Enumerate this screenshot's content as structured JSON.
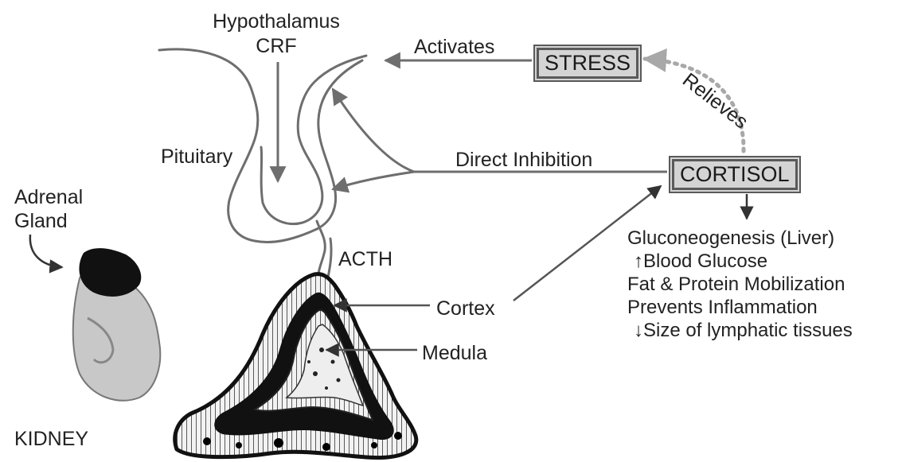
{
  "labels": {
    "hypothalamus": "Hypothalamus",
    "crf": "CRF",
    "activates": "Activates",
    "stress": "STRESS",
    "relieves": "Relieves",
    "pituitary": "Pituitary",
    "direct_inhibition": "Direct Inhibition",
    "cortisol": "CORTISOL",
    "adrenal_gland": [
      "Adrenal",
      "Gland"
    ],
    "acth": "ACTH",
    "cortex": "Cortex",
    "medula": "Medula",
    "kidney": "KIDNEY"
  },
  "effects": [
    "Gluconeogenesis (Liver)",
    "↑Blood Glucose",
    "Fat & Protein Mobilization",
    "Prevents Inflammation",
    "↓Size of lymphatic tissues"
  ],
  "colors": {
    "arrow": "#6e6e6e",
    "box_fill": "#d4d4d4",
    "box_border": "#5a5a5a",
    "dotted_arrow": "#a8a8a8",
    "adrenal_dark": "#111111",
    "kidney_fill": "#c8c8c8"
  }
}
